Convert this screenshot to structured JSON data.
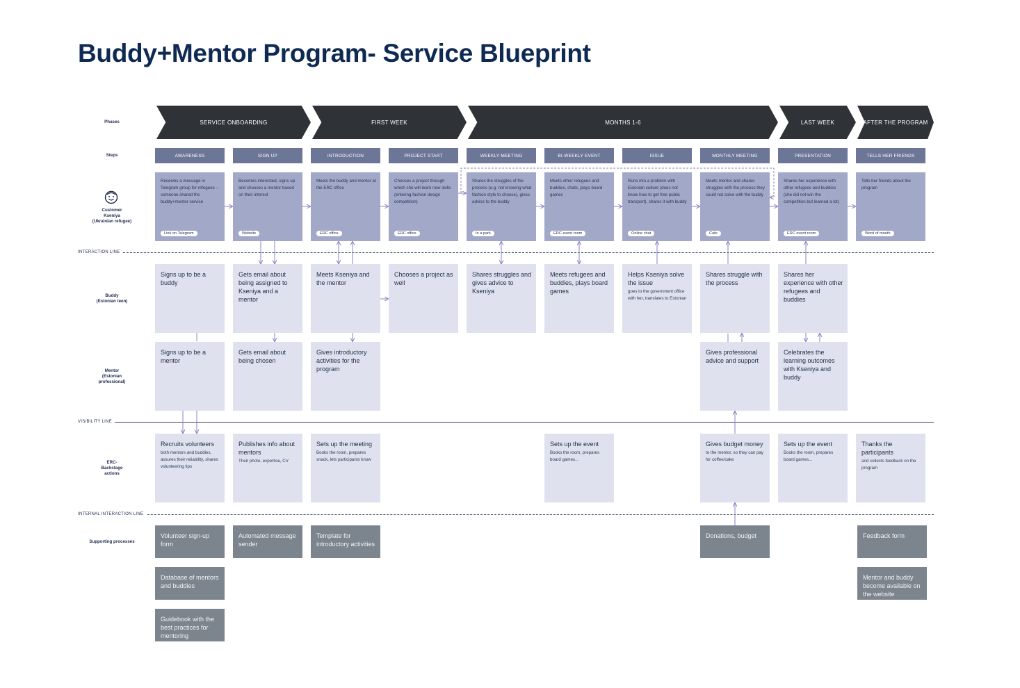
{
  "title": "Buddy+Mentor Program- Service Blueprint",
  "row_labels": {
    "phases": "Phases",
    "steps": "Steps",
    "customer": [
      "Customer",
      "Kseniya",
      "(Ukrainian refugee)"
    ],
    "buddy": [
      "Buddy",
      "(Estonian teen)"
    ],
    "mentor": [
      "Mentor",
      "(Estonian",
      "professional)"
    ],
    "erc": [
      "ERC-",
      "Backstage",
      "actions"
    ],
    "supporting": "Supporting processes"
  },
  "line_labels": {
    "interaction": "INTERACTION LINE",
    "visibility": "VISIBILITY LINE",
    "internal": "INTERNAL INTERACTION LINE"
  },
  "phases": [
    "SERVICE ONBOARDING",
    "FIRST WEEK",
    "MONTHS 1-6",
    "LAST WEEK",
    "AFTER THE PROGRAM"
  ],
  "steps": [
    "AWARENESS",
    "SIGN UP",
    "INTRODUCTION",
    "PROJECT START",
    "WEEKLY MEETING",
    "BI-WEEKLY EVENT",
    "ISSUE",
    "MONTHLY MEETING",
    "PRESENTATION",
    "TELLS HER FRIENDS"
  ],
  "customer": [
    {
      "text": "Receives a message in Telegram group for refugees – someone shared the buddy+mentor service",
      "tag": "Link on Telegram"
    },
    {
      "text": "Becomes interested, signs up and chooses a mentor based on their interest",
      "tag": "Website"
    },
    {
      "text": "Meets the buddy and mentor at the ERC office",
      "tag": "ERC office"
    },
    {
      "text": "Chooses a project through which she will learn new skills (entering fashion design competition)",
      "tag": "ERC office"
    },
    {
      "text": "Shares the struggles of the process (e.g. not knowing what fashion style to choose), gives advice to the buddy",
      "tag": "In a park"
    },
    {
      "text": "Meets other refugees and buddies, chats, plays board games",
      "tag": "ERC event room"
    },
    {
      "text": "Runs into a problem with Estonian culture (does not know how to get free public transport), shares it with buddy",
      "tag": "Online chat"
    },
    {
      "text": "Meets mentor and shares struggles with the process they could not solve with the buddy",
      "tag": "Cafe"
    },
    {
      "text": "Shares her experience with other refugees and buddies (she did not win the competition but learned a lot)",
      "tag": "ERC event room"
    },
    {
      "text": "Tells her friends about the program",
      "tag": "Word of mouth"
    }
  ],
  "buddy": [
    {
      "col": 0,
      "title": "Signs up to be a buddy",
      "sub": ""
    },
    {
      "col": 1,
      "title": "Gets email about being assigned to Kseniya and a mentor",
      "sub": ""
    },
    {
      "col": 2,
      "title": "Meets Kseniya and the mentor",
      "sub": ""
    },
    {
      "col": 3,
      "title": "Chooses a project as well",
      "sub": ""
    },
    {
      "col": 4,
      "title": "Shares struggles and gives advice to Kseniya",
      "sub": ""
    },
    {
      "col": 5,
      "title": "Meets refugees and buddies, plays board games",
      "sub": ""
    },
    {
      "col": 6,
      "title": "Helps Kseniya solve the issue",
      "sub": "goes to the government office with her, translates to Estonian"
    },
    {
      "col": 7,
      "title": "Shares struggle with the process",
      "sub": ""
    },
    {
      "col": 8,
      "title": "Shares her experience with other refugees and buddies",
      "sub": ""
    }
  ],
  "mentor": [
    {
      "col": 0,
      "title": "Signs up to be a mentor",
      "sub": ""
    },
    {
      "col": 1,
      "title": "Gets email about being chosen",
      "sub": ""
    },
    {
      "col": 2,
      "title": "Gives introductory activities for the program",
      "sub": ""
    },
    {
      "col": 7,
      "title": "Gives professional advice and support",
      "sub": ""
    },
    {
      "col": 8,
      "title": "Celebrates the learning outcomes with Kseniya and buddy",
      "sub": ""
    }
  ],
  "erc": [
    {
      "col": 0,
      "title": "Recruits volunteers",
      "sub": "both mentors and buddies, assures their reliability, shares volunteering tips"
    },
    {
      "col": 1,
      "title": "Publishes info about mentors",
      "sub": "Their photo, expertise, CV"
    },
    {
      "col": 2,
      "title": "Sets up the meeting",
      "sub": "Books the room, prepares snack, lets participants know"
    },
    {
      "col": 5,
      "title": "Sets up the event",
      "sub": "Books the room, prepares board games..."
    },
    {
      "col": 7,
      "title": "Gives budget money",
      "sub": "to the mentor, so they can pay for coffee/cake"
    },
    {
      "col": 8,
      "title": "Sets up the event",
      "sub": "Books the room, prepares board games..."
    },
    {
      "col": 9,
      "title": "Thanks the participants",
      "sub": "and collects feedback on the program"
    }
  ],
  "supporting": [
    {
      "col": 0,
      "row": 0,
      "title": "Volunteer sign-up form"
    },
    {
      "col": 0,
      "row": 1,
      "title": "Database of mentors and buddies"
    },
    {
      "col": 0,
      "row": 2,
      "title": "Guidebook with the best practices for mentoring"
    },
    {
      "col": 1,
      "row": 0,
      "title": "Automated message sender"
    },
    {
      "col": 2,
      "row": 0,
      "title": "Template for introductory activities"
    },
    {
      "col": 7,
      "row": 0,
      "title": "Donations, budget"
    },
    {
      "col": 9,
      "row": 0,
      "title": "Feedback form"
    },
    {
      "col": 9,
      "row": 1,
      "title": "Mentor and buddy become available on the website"
    }
  ],
  "colors": {
    "title": "#0f2a52",
    "phase": "#2f3337",
    "step": "#6c7697",
    "customer": "#a2a8c8",
    "light": "#dfe2ee",
    "supporting": "#7c858d",
    "arrow": "#8d7fc2"
  },
  "icons": {
    "customer": "smiley-face-icon"
  }
}
